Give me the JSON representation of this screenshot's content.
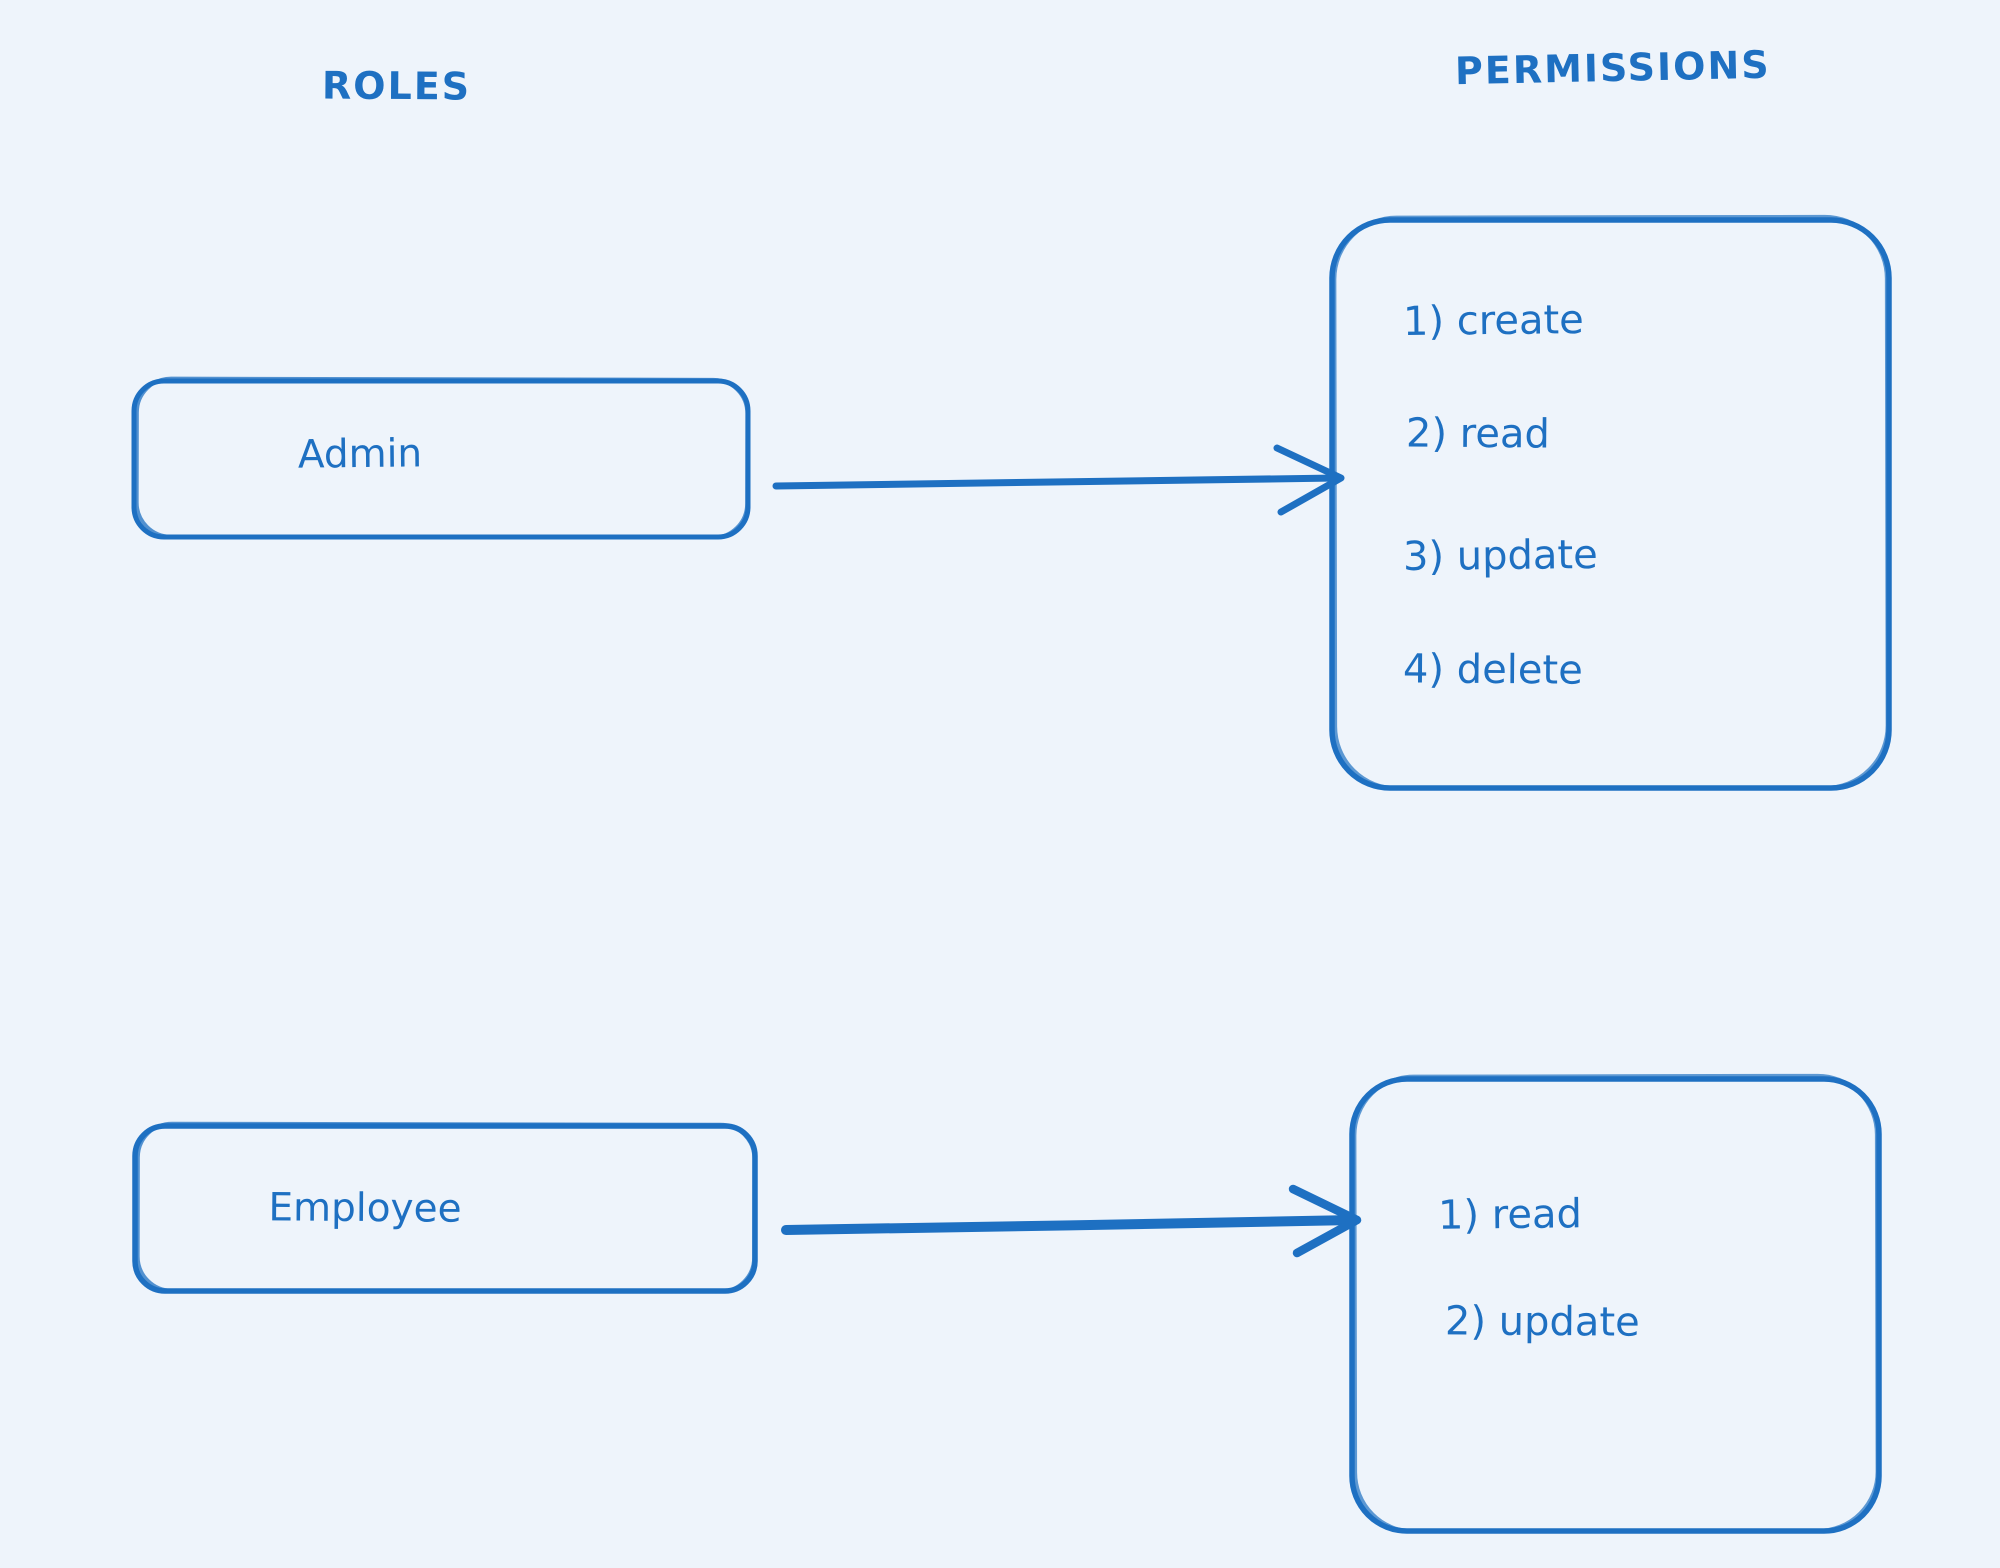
{
  "headers": {
    "roles": "ROLES",
    "permissions": "PERMISSIONS"
  },
  "roles": [
    {
      "name": "Admin",
      "permissions": [
        "1) create",
        "2) read",
        "3) update",
        "4) delete"
      ]
    },
    {
      "name": "Employee",
      "permissions": [
        "1) read",
        "2) update"
      ]
    }
  ],
  "colors": {
    "background": "#eef4fb",
    "ink": "#1e70c2"
  }
}
